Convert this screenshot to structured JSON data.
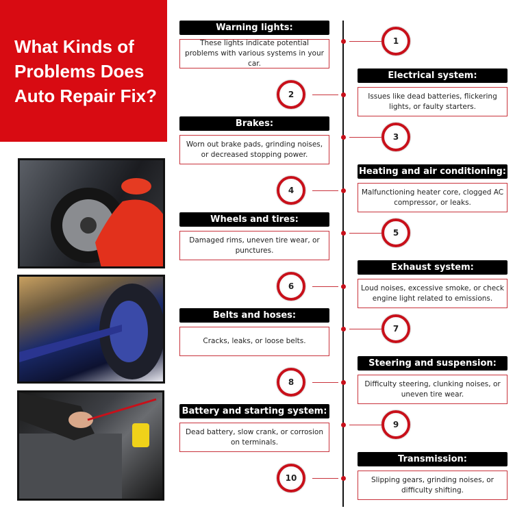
{
  "title": "What Kinds of Problems Does Auto Repair Fix?",
  "colors": {
    "accent": "#d80b12",
    "header_bg": "#000000",
    "border": "#c8313a"
  },
  "photos": [
    "mechanic-tire-photo",
    "undercarriage-suspension-photo",
    "engine-battery-testing-photo"
  ],
  "items": [
    {
      "number": "1",
      "heading": "Warning lights:",
      "description": "These lights indicate potential problems with various systems in your car."
    },
    {
      "number": "2",
      "heading": "Electrical system:",
      "description": "Issues like dead batteries, flickering lights, or faulty starters."
    },
    {
      "number": "3",
      "heading": "Brakes:",
      "description": "Worn out brake pads, grinding noises, or decreased stopping power."
    },
    {
      "number": "4",
      "heading": "Heating and air conditioning:",
      "description": "Malfunctioning heater core, clogged AC compressor, or leaks."
    },
    {
      "number": "5",
      "heading": "Wheels and tires:",
      "description": "Damaged rims, uneven tire wear, or punctures."
    },
    {
      "number": "6",
      "heading": "Exhaust system:",
      "description": "Loud noises, excessive smoke, or check engine light related to emissions."
    },
    {
      "number": "7",
      "heading": "Belts and hoses:",
      "description": "Cracks, leaks, or loose belts."
    },
    {
      "number": "8",
      "heading": "Steering and suspension:",
      "description": "Difficulty steering, clunking noises, or uneven tire wear."
    },
    {
      "number": "9",
      "heading": "Battery and starting system:",
      "description": "Dead battery, slow crank, or corrosion on terminals."
    },
    {
      "number": "10",
      "heading": "Transmission:",
      "description": "Slipping gears, grinding noises, or difficulty shifting."
    }
  ]
}
